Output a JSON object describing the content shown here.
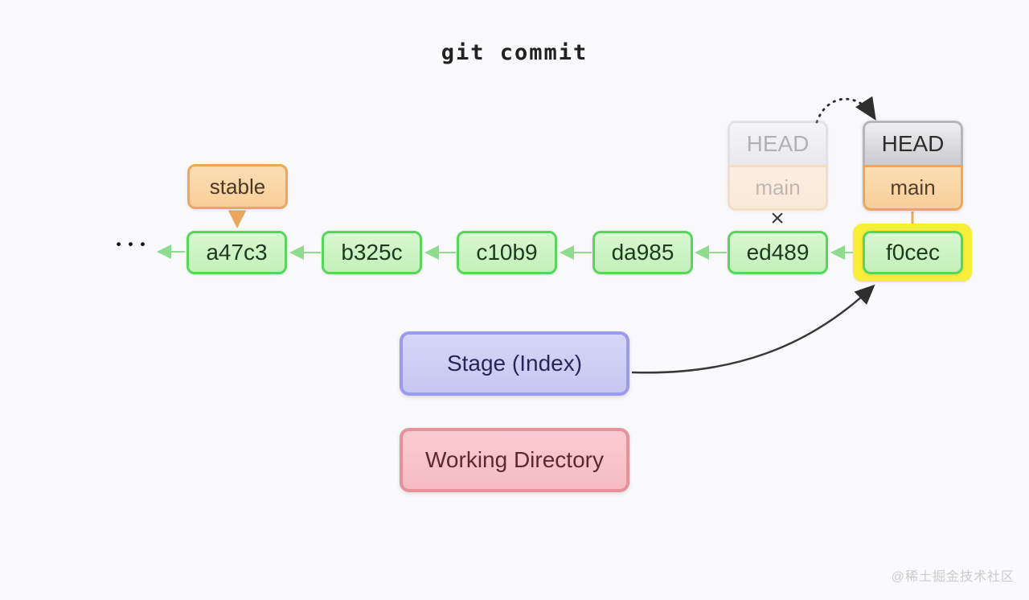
{
  "title": "git commit",
  "graph": {
    "ellipsis": "•••",
    "commits": [
      "a47c3",
      "b325c",
      "c10b9",
      "da985",
      "ed489",
      "f0cec"
    ],
    "highlighted_commit": "f0cec"
  },
  "labels": {
    "stable": "stable",
    "old_head": {
      "head": "HEAD",
      "branch": "main"
    },
    "new_head": {
      "head": "HEAD",
      "branch": "main"
    },
    "detached_mark": "×"
  },
  "areas": {
    "stage": "Stage (Index)",
    "working_directory": "Working Directory"
  },
  "watermark": "@稀土掘金技术社区",
  "colors": {
    "background": "#faf9fc",
    "commit_fill": "#c9f1c0",
    "commit_border": "#59d45d",
    "branch_fill": "#f9d3a0",
    "branch_border": "#eca75f",
    "head_fill": "#dcdcdf",
    "head_border": "#b6b6ba",
    "highlight": "#f8ee3a",
    "stage_fill": "#cfcff6",
    "stage_border": "#9b9bec",
    "working_fill": "#f7c0c6",
    "working_border": "#e5929b",
    "parent_arrow": "#8fdc8f",
    "dark_arrow": "#333333"
  }
}
